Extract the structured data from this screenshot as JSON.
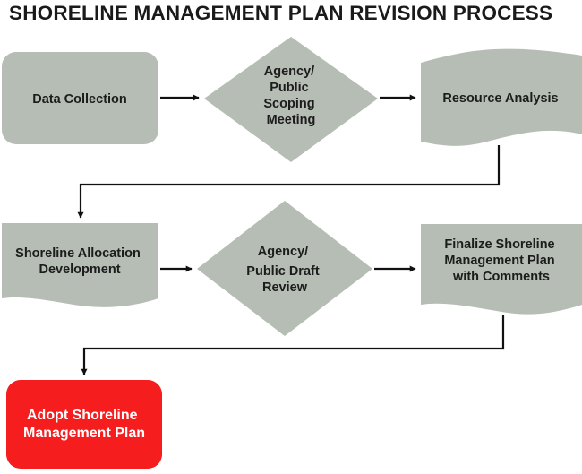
{
  "title": "SHORELINE MANAGEMENT PLAN REVISION PROCESS",
  "colors": {
    "shape_fill": "#b5bdb4",
    "highlight_fill": "#f51d1d",
    "connector": "#111111",
    "text": "#1c1c1c",
    "highlight_text": "#ffffff"
  },
  "nodes": {
    "data_collection": {
      "shape": "rounded-rectangle",
      "lines": [
        "Data Collection"
      ]
    },
    "scoping_meeting": {
      "shape": "diamond",
      "lines": [
        "Agency/",
        "Public",
        "Scoping",
        "Meeting"
      ]
    },
    "resource_analysis": {
      "shape": "document",
      "lines": [
        "Resource Analysis"
      ]
    },
    "allocation_development": {
      "shape": "document",
      "lines": [
        "Shoreline Allocation",
        "Development"
      ]
    },
    "draft_review": {
      "shape": "diamond",
      "lines": [
        "Agency/",
        "Public Draft",
        "Review"
      ]
    },
    "finalize_plan": {
      "shape": "document",
      "lines": [
        "Finalize Shoreline",
        "Management Plan",
        "with Comments"
      ]
    },
    "adopt_plan": {
      "shape": "rounded-rectangle",
      "lines": [
        "Adopt Shoreline",
        "Management Plan"
      ]
    }
  },
  "edges": [
    {
      "from": "data_collection",
      "to": "scoping_meeting"
    },
    {
      "from": "scoping_meeting",
      "to": "resource_analysis"
    },
    {
      "from": "resource_analysis",
      "to": "allocation_development"
    },
    {
      "from": "allocation_development",
      "to": "draft_review"
    },
    {
      "from": "draft_review",
      "to": "finalize_plan"
    },
    {
      "from": "finalize_plan",
      "to": "adopt_plan"
    }
  ]
}
